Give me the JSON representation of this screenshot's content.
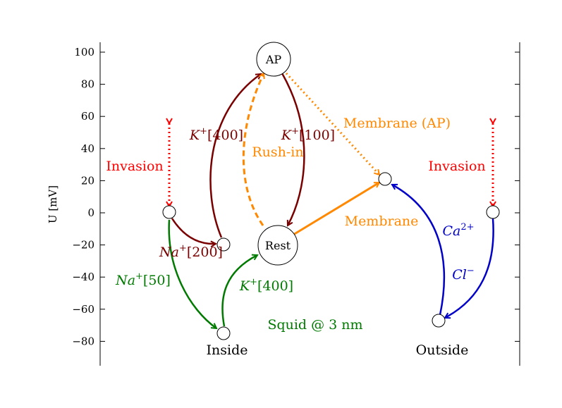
{
  "axis": {
    "ylabel": "U [mV]",
    "ymin": -95,
    "ymax": 105,
    "ticks": [
      100,
      80,
      60,
      40,
      20,
      0,
      -20,
      -40,
      -60,
      -80
    ],
    "tick_labels": [
      "100",
      "80",
      "60",
      "40",
      "20",
      "0",
      "−20",
      "−40",
      "−60",
      "−80"
    ]
  },
  "nodes": {
    "ap": "AP",
    "rest": "Rest"
  },
  "labels": {
    "inside": "Inside",
    "outside": "Outside",
    "squid": "Squid @ 3 nm",
    "invasion_left": "Invasion",
    "invasion_right": "Invasion",
    "rush_in": "Rush-in",
    "membrane_ap": "Membrane (AP)",
    "membrane": "Membrane",
    "k400_up": {
      "ion": "K",
      "sup": "+",
      "val": "[400]"
    },
    "k100": {
      "ion": "K",
      "sup": "+",
      "val": "[100]"
    },
    "na200": {
      "ion": "Na",
      "sup": "+",
      "val": "[200]"
    },
    "na50": {
      "ion": "Na",
      "sup": "+",
      "val": "[50]"
    },
    "k400_in": {
      "ion": "K",
      "sup": "+",
      "val": "[400]"
    },
    "ca": {
      "ion": "Ca",
      "sup": "2+"
    },
    "cl": {
      "ion": "Cl",
      "sup": "−"
    }
  },
  "colors": {
    "potassium": "#7a0000",
    "sodium": "#007a00",
    "membrane": "#ff8800",
    "invasion": "#ff0000",
    "anion": "#0000c8"
  }
}
